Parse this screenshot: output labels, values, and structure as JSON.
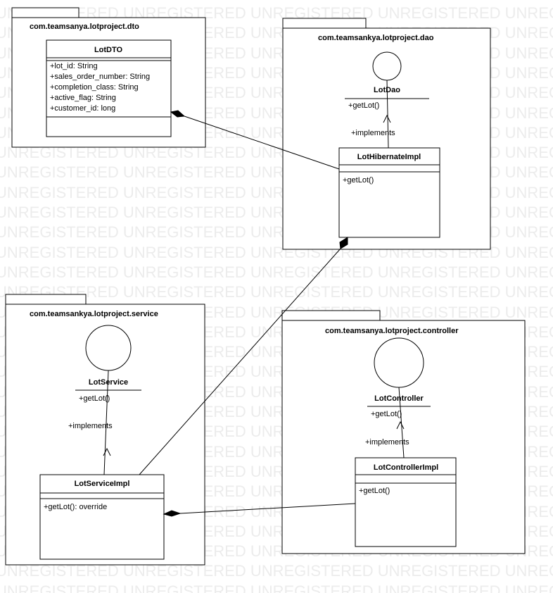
{
  "watermark": "UNREGISTERED",
  "packages": {
    "dto": {
      "name": "com.teamsanya.lotproject.dto",
      "lot_dto": {
        "name": "LotDTO",
        "attributes": [
          "+lot_id: String",
          "+sales_order_number: String",
          "+completion_class: String",
          "+active_flag: String",
          "+customer_id: long"
        ]
      }
    },
    "dao": {
      "name": "com.teamsankya.lotproject.dao",
      "interface": {
        "name": "LotDao",
        "operation": "+getLot()"
      },
      "implements_label": "+implements",
      "impl": {
        "name": "LotHibernateImpl",
        "operation": "+getLot()"
      }
    },
    "service": {
      "name": "com.teamsankya.lotproject.service",
      "interface": {
        "name": "LotService",
        "operation": "+getLot()"
      },
      "implements_label": "+implements",
      "impl": {
        "name": "LotServiceImpl",
        "operation": "+getLot(): override"
      }
    },
    "controller": {
      "name": "com.teamsanya.lotproject.controller",
      "interface": {
        "name": "LotController",
        "operation": "+getLot()"
      },
      "implements_label": "+implements",
      "impl": {
        "name": "LotControllerImpl",
        "operation": "+getLot()"
      }
    }
  }
}
